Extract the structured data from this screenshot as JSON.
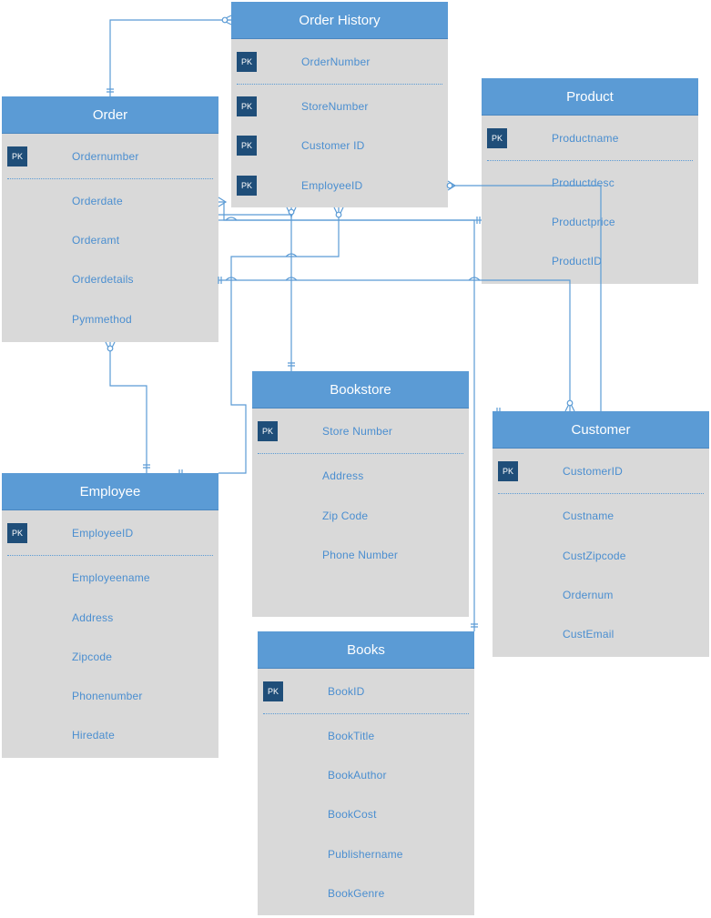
{
  "pk_label": "PK",
  "colors": {
    "header": "#5b9bd5",
    "body": "#d9d9d9",
    "pk_badge": "#1f4e79",
    "field_text": "#4a8ed0",
    "line": "#5b9bd5"
  },
  "entities": {
    "order_history": {
      "title": "Order History",
      "fields": [
        "OrderNumber",
        "StoreNumber",
        "Customer ID",
        "EmployeeID"
      ]
    },
    "order": {
      "title": "Order",
      "fields": [
        "Ordernumber",
        "Orderdate",
        "Orderamt",
        "Orderdetails",
        "Pymmethod"
      ]
    },
    "product": {
      "title": "Product",
      "fields": [
        "Productname",
        "Productdesc",
        "Productprice",
        "ProductID"
      ]
    },
    "bookstore": {
      "title": "Bookstore",
      "fields": [
        "Store Number",
        "Address",
        "Zip Code",
        "Phone Number"
      ]
    },
    "customer": {
      "title": "Customer",
      "fields": [
        "CustomerID",
        "Custname",
        "CustZipcode",
        "Ordernum",
        "CustEmail"
      ]
    },
    "employee": {
      "title": "Employee",
      "fields": [
        "EmployeeID",
        "Employeename",
        "Address",
        "Zipcode",
        "Phonenumber",
        "Hiredate"
      ]
    },
    "books": {
      "title": "Books",
      "fields": [
        "BookID",
        "BookTitle",
        "BookAuthor",
        "BookCost",
        "Publishername",
        "BookGenre"
      ]
    }
  },
  "relationships": [
    {
      "from": "Order",
      "to": "Order History",
      "from_end": "one",
      "to_end": "zero-or-many"
    },
    {
      "from": "Order",
      "to": "Employee",
      "from_end": "zero-or-many",
      "to_end": "one"
    },
    {
      "from": "Order",
      "to": "Bookstore",
      "from_end": "zero-or-many",
      "to_end": "one"
    },
    {
      "from": "Order",
      "to": "Product",
      "from_end": "zero-or-many",
      "to_end": "one"
    },
    {
      "from": "Order",
      "to": "Books",
      "from_end": "zero-or-many",
      "to_end": "one"
    },
    {
      "from": "Order",
      "to": "Customer",
      "from_end": "one",
      "to_end": "zero-or-many"
    },
    {
      "from": "Order History",
      "to": "Employee",
      "from_end": "many",
      "to_end": "one"
    },
    {
      "from": "Order History",
      "to": "Customer",
      "from_end": "zero-or-many",
      "to_end": "one"
    }
  ]
}
